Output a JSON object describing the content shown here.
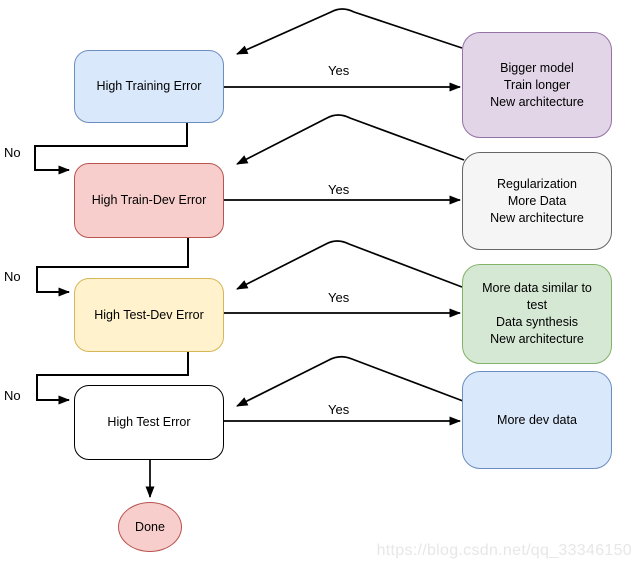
{
  "nodes": {
    "left": [
      {
        "label": "High Training Error",
        "fill": "#dae8fc",
        "stroke": "#6c8ebf"
      },
      {
        "label": "High Train-Dev Error",
        "fill": "#f8cecc",
        "stroke": "#b85450"
      },
      {
        "label": "High Test-Dev Error",
        "fill": "#fff2cc",
        "stroke": "#d6b656"
      },
      {
        "label": "High Test Error",
        "fill": "#ffffff",
        "stroke": "#000000"
      }
    ],
    "right": [
      {
        "lines": [
          "Bigger model",
          "Train longer",
          "New architecture"
        ],
        "fill": "#e1d5e7",
        "stroke": "#9673a6"
      },
      {
        "lines": [
          "Regularization",
          "More Data",
          "New architecture"
        ],
        "fill": "#f5f5f5",
        "stroke": "#666666"
      },
      {
        "lines": [
          "More data similar to test",
          "Data synthesis",
          "New architecture"
        ],
        "fill": "#d5e8d4",
        "stroke": "#82b366"
      },
      {
        "lines": [
          "More dev data"
        ],
        "fill": "#dae8fc",
        "stroke": "#6c8ebf"
      }
    ],
    "terminal": {
      "label": "Done",
      "fill": "#f8cecc",
      "stroke": "#b85450"
    }
  },
  "edges": [
    {
      "from": "High Training Error",
      "to": "Bigger model / Train longer / New architecture",
      "label": "Yes"
    },
    {
      "from": "High Train-Dev Error",
      "to": "Regularization / More Data / New architecture",
      "label": "Yes"
    },
    {
      "from": "High Test-Dev Error",
      "to": "More data similar to test / Data synthesis / New architecture",
      "label": "Yes"
    },
    {
      "from": "High Test Error",
      "to": "More dev data",
      "label": "Yes"
    },
    {
      "from": "High Training Error",
      "to": "High Train-Dev Error",
      "label": "No"
    },
    {
      "from": "High Train-Dev Error",
      "to": "High Test-Dev Error",
      "label": "No"
    },
    {
      "from": "High Test-Dev Error",
      "to": "High Test Error",
      "label": "No"
    },
    {
      "from": "High Test Error",
      "to": "Done",
      "label": ""
    },
    {
      "from": "Bigger model / Train longer / New architecture",
      "to": "High Training Error",
      "label": ""
    },
    {
      "from": "Regularization / More Data / New architecture",
      "to": "High Train-Dev Error",
      "label": ""
    },
    {
      "from": "More data similar to test / Data synthesis / New architecture",
      "to": "High Test-Dev Error",
      "label": ""
    },
    {
      "from": "More dev data",
      "to": "High Test Error",
      "label": ""
    }
  ],
  "watermark": {
    "text": "https://blog.csdn.net/qq_33346150",
    "color": "#e7e7e7"
  },
  "colors": {
    "background": "#ffffff",
    "arrow": "#000000",
    "label_text": "#000000"
  }
}
